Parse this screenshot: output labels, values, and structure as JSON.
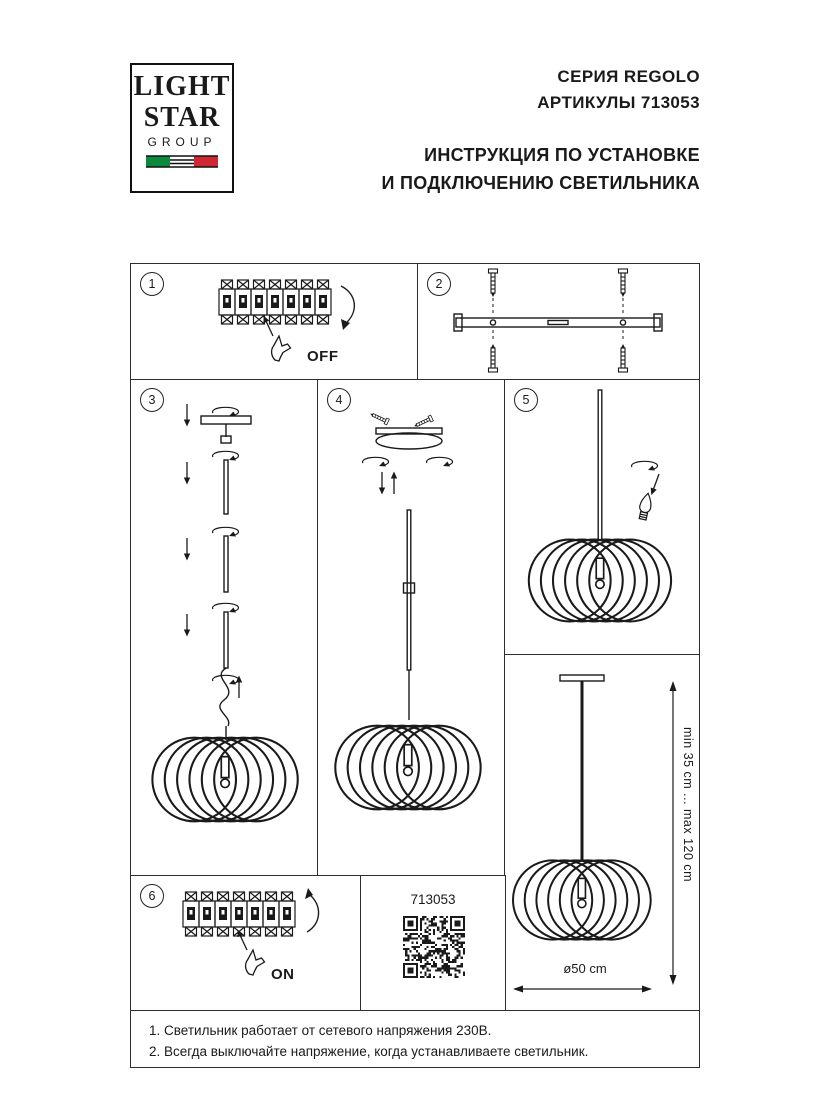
{
  "logo": {
    "line1": "LIGHT",
    "line2": "STAR",
    "line3": "GROUP"
  },
  "header": {
    "series": "СЕРИЯ REGOLO",
    "articles": "АРТИКУЛЫ 713053",
    "title_line1": "ИНСТРУКЦИЯ ПО УСТАНОВКЕ",
    "title_line2": "И ПОДКЛЮЧЕНИЮ СВЕТИЛЬНИКА"
  },
  "panels": {
    "p1": {
      "number": "1",
      "label": "OFF"
    },
    "p2": {
      "number": "2"
    },
    "p3": {
      "number": "3"
    },
    "p4": {
      "number": "4"
    },
    "p5": {
      "number": "5"
    },
    "p6": {
      "number": "6",
      "label": "ON"
    },
    "qr": {
      "article": "713053"
    },
    "dims": {
      "height_range": "min 35 cm ... max 120 cm",
      "diameter": "ø50 cm"
    }
  },
  "notes": [
    "1. Светильник работает от сетевого напряжения 230В.",
    "2. Всегда выключайте напряжение, когда устанавливаете светильник."
  ],
  "icons": {
    "flag": "italian-flag",
    "step_marker": "circled-step-number",
    "rotate": "rotation-arrow",
    "hand": "pointing-hand",
    "qr": "qr-code"
  },
  "colors": {
    "ink": "#1a1a1a",
    "flag_green": "#0b8a3e",
    "flag_red": "#cf2734"
  }
}
